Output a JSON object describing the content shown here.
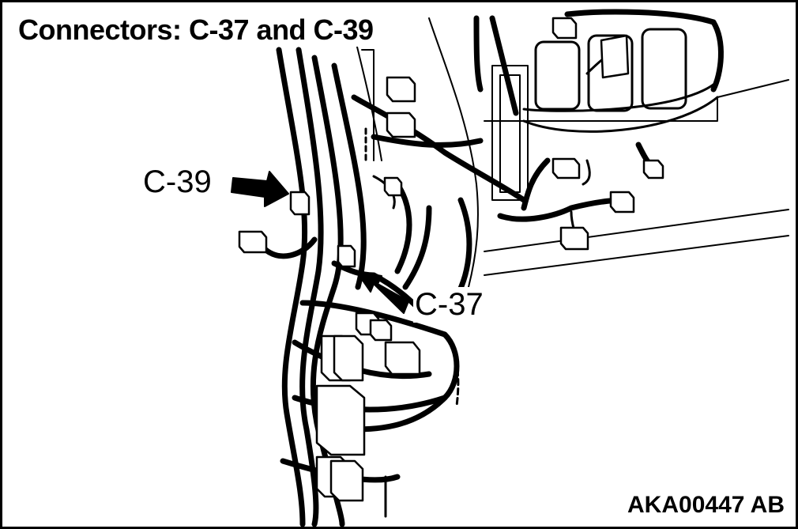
{
  "title": "Connectors: C-37 and C-39",
  "callouts": {
    "c39": "C-39",
    "c37": "C-37"
  },
  "figure_code": "AKA00447 AB",
  "colors": {
    "ink": "#000000",
    "background": "#ffffff"
  }
}
